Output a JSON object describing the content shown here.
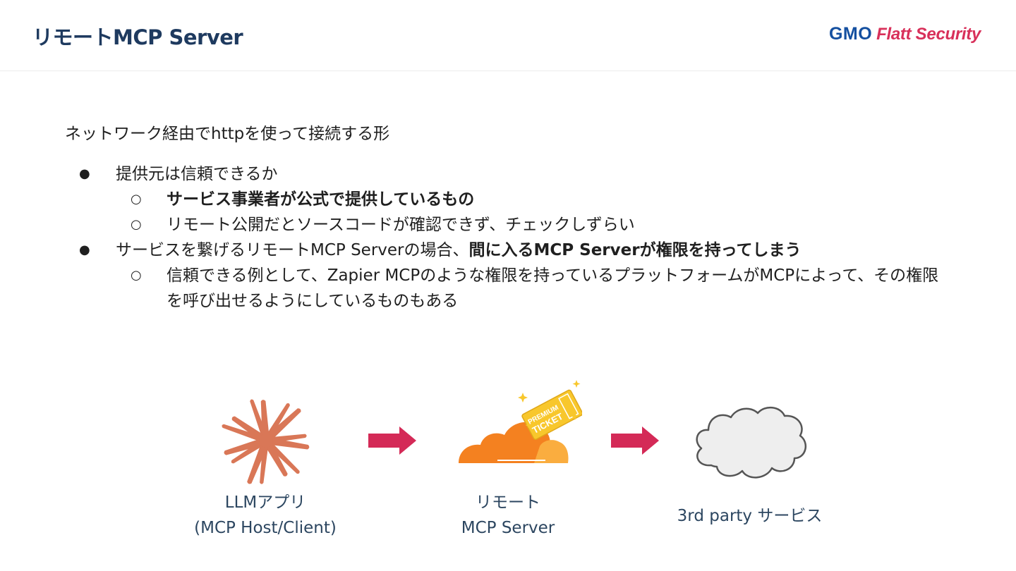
{
  "header": {
    "title": "リモートMCP Server",
    "logo": {
      "gmo": "GMO",
      "flatt": "Flatt Security"
    }
  },
  "content": {
    "intro": "ネットワーク経由でhttpを使って接続する形",
    "bullets": [
      {
        "text": "提供元は信頼できるか",
        "subs": [
          {
            "text": "サービス事業者が公式で提供しているもの"
          },
          {
            "text": "リモート公開だとソースコードが確認できず、チェックしずらい"
          }
        ]
      },
      {
        "text_plain": "サービスを繋げるリモートMCP Serverの場合、",
        "text_bold": "間に入るMCP Serverが権限を持ってしまう",
        "subs": [
          {
            "text": "信頼できる例として、Zapier MCPのような権限を持っているプラットフォームがMCPによって、その権限を呼び出せるようにしているものもある"
          }
        ]
      }
    ],
    "bullet_mark": "●",
    "sub_mark": "○"
  },
  "diagram": {
    "nodes": [
      {
        "line1": "LLMアプリ",
        "line2": "(MCP Host/Client)",
        "icon": "claude-burst-icon"
      },
      {
        "line1": "リモート",
        "line2": "MCP Server",
        "icon": "cloudflare-cloud-with-ticket-icon",
        "ticket_text_1": "PREMIUM",
        "ticket_text_2": "TICKET"
      },
      {
        "line1": "3rd party サービス",
        "icon": "cloud-icon"
      }
    ],
    "arrow_icon": "right-arrow-icon",
    "colors": {
      "arrow": "#d42a57",
      "burst": "#d97757",
      "cloudflare_main": "#f48120",
      "cloudflare_light": "#faad3f",
      "ticket": "#f8c72c",
      "cloud_fill": "#eeeeee",
      "cloud_stroke": "#555555"
    }
  }
}
